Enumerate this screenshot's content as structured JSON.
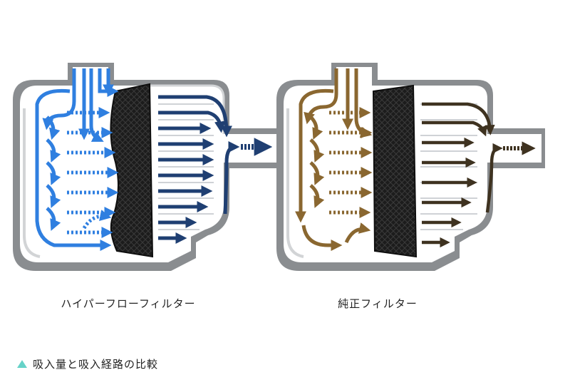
{
  "left_panel": {
    "label": "ハイパーフローフィルター",
    "flow_color": "#2f7fe0",
    "outlet_color": "#1f3f72"
  },
  "right_panel": {
    "label": "純正フィルター",
    "flow_color": "#8a6730",
    "outlet_color": "#3e3220"
  },
  "caption": {
    "text": "吸入量と吸入経路の比較",
    "marker_color": "#66d2c8"
  }
}
